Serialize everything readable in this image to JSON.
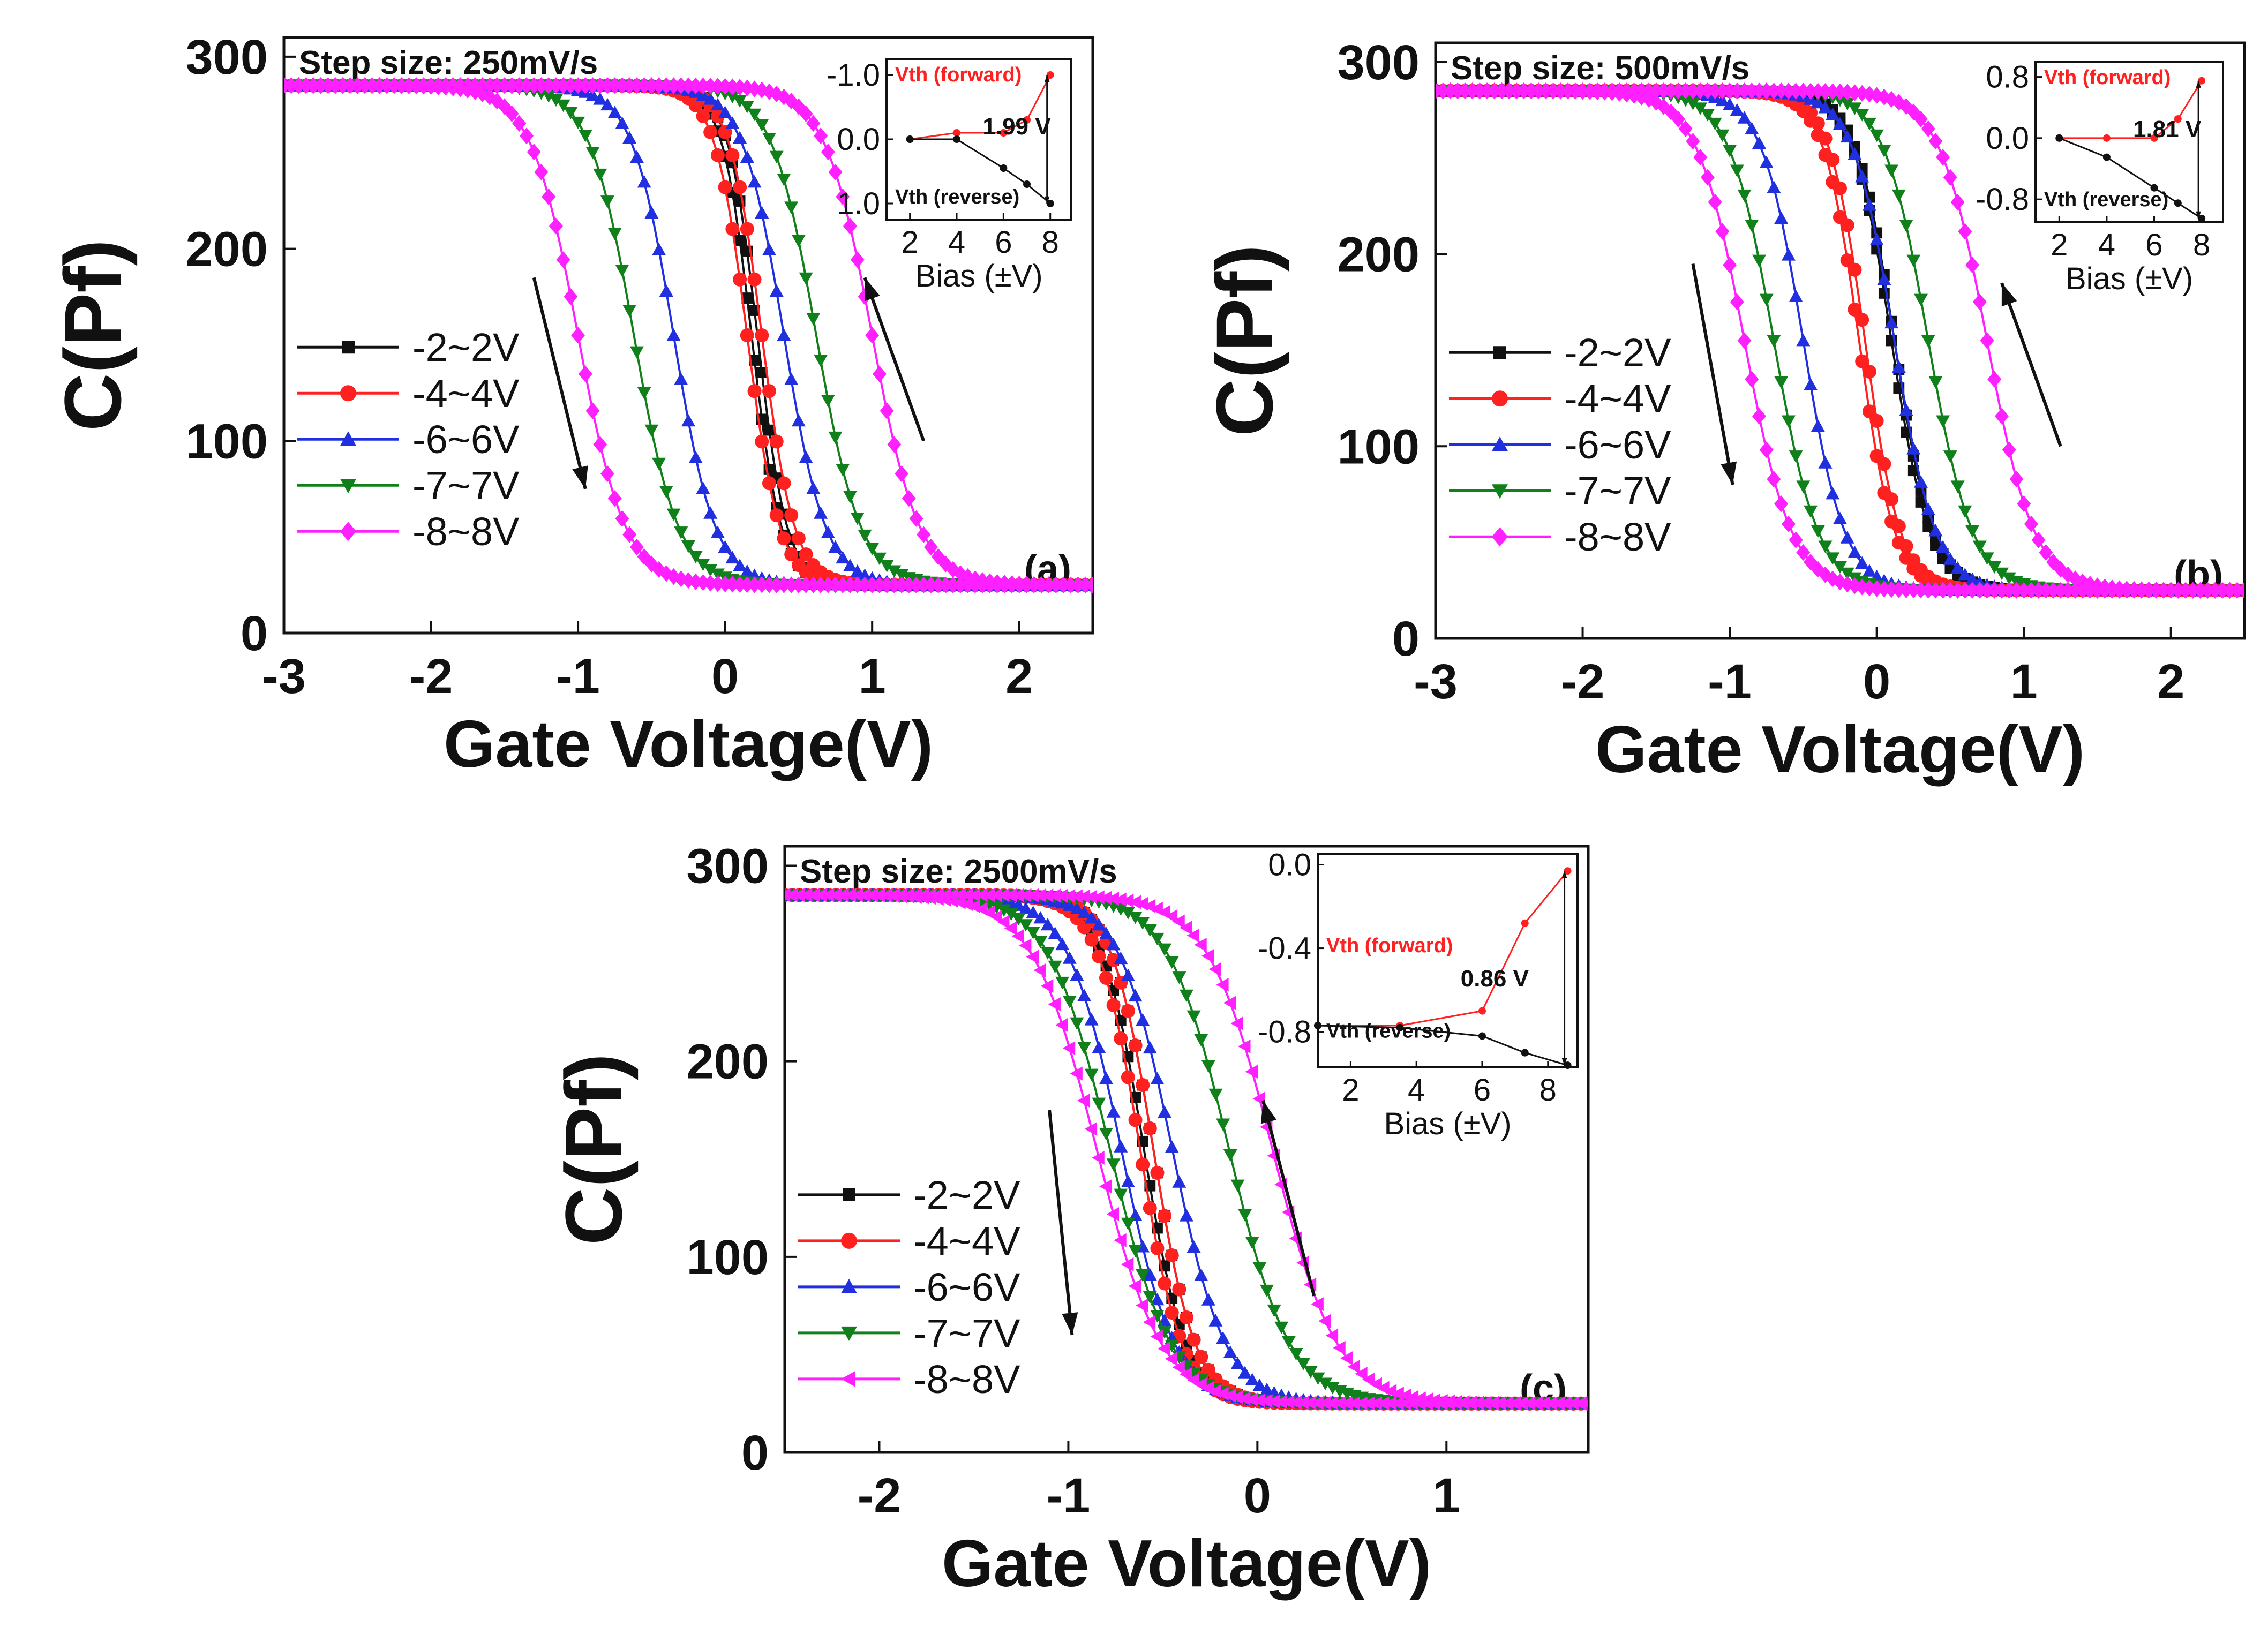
{
  "figure": {
    "colors": {
      "black": "#111111",
      "red": "#ff2020",
      "blue": "#2030e0",
      "green": "#10801a",
      "magenta": "#ff20ff"
    }
  },
  "chart_data": [
    {
      "type": "line",
      "panel_label": "(a)",
      "annotation": "Step size: 250mV/s",
      "xlabel": "Gate Voltage(V)",
      "ylabel": "C(Pf)",
      "xlim": [
        -3,
        2.5
      ],
      "ylim": [
        0,
        310
      ],
      "xticks": [
        -3,
        -2,
        -1,
        0,
        1,
        2
      ],
      "xtick_labels": [
        "-3",
        "-2",
        "-1",
        "0",
        "1",
        "2"
      ],
      "yticks": [
        0,
        100,
        200,
        300
      ],
      "ytick_labels": [
        "0",
        "100",
        "200",
        "300"
      ],
      "legend_position": "left",
      "arrows": [
        {
          "from": [
            -1.3,
            185
          ],
          "to": [
            -0.95,
            75
          ]
        },
        {
          "from": [
            1.35,
            100
          ],
          "to": [
            0.95,
            185
          ]
        }
      ],
      "series": [
        {
          "name": "-2~2V",
          "color": "#111111",
          "marker": "square",
          "forward": {
            "v_half": 0.22,
            "width": 0.1
          },
          "reverse": {
            "v_half": 0.18,
            "width": 0.1
          }
        },
        {
          "name": "-4~4V",
          "color": "#ff2020",
          "marker": "circle",
          "forward": {
            "v_half": 0.25,
            "width": 0.11
          },
          "reverse": {
            "v_half": 0.15,
            "width": 0.11
          }
        },
        {
          "name": "-6~6V",
          "color": "#2030e0",
          "marker": "triangle-up",
          "forward": {
            "v_half": 0.4,
            "width": 0.14
          },
          "reverse": {
            "v_half": -0.35,
            "width": 0.14
          }
        },
        {
          "name": "-7~7V",
          "color": "#10801a",
          "marker": "triangle-down",
          "forward": {
            "v_half": 0.62,
            "width": 0.15
          },
          "reverse": {
            "v_half": -0.62,
            "width": 0.15
          }
        },
        {
          "name": "-8~8V",
          "color": "#ff20ff",
          "marker": "diamond",
          "forward": {
            "v_half": 1.0,
            "width": 0.16
          },
          "reverse": {
            "v_half": -1.0,
            "width": 0.16
          }
        }
      ],
      "inset": {
        "xlabel": "Bias (±V)",
        "xticks": [
          2,
          4,
          6,
          8
        ],
        "xtick_labels": [
          "2",
          "4",
          "6",
          "8"
        ],
        "ylim": [
          1.25,
          -1.25
        ],
        "yticks": [
          -1.0,
          0.0,
          1.0
        ],
        "ytick_labels": [
          "-1.0",
          "0.0",
          "1.0"
        ],
        "delta_label": "1.99 V",
        "series": [
          {
            "name": "Vth (forward)",
            "color": "#ff2020",
            "x": [
              2,
              4,
              6,
              7,
              8
            ],
            "y": [
              0.0,
              -0.1,
              -0.1,
              -0.3,
              -1.0
            ]
          },
          {
            "name": "Vth (reverse)",
            "color": "#111111",
            "x": [
              2,
              4,
              6,
              7,
              8
            ],
            "y": [
              0.0,
              0.0,
              0.45,
              0.7,
              1.0
            ]
          }
        ]
      }
    },
    {
      "type": "line",
      "panel_label": "(b)",
      "annotation": "Step size: 500mV/s",
      "xlabel": "Gate Voltage(V)",
      "ylabel": "C(Pf)",
      "xlim": [
        -3,
        2.5
      ],
      "ylim": [
        0,
        310
      ],
      "xticks": [
        -3,
        -2,
        -1,
        0,
        1,
        2
      ],
      "xtick_labels": [
        "-3",
        "-2",
        "-1",
        "0",
        "1",
        "2"
      ],
      "yticks": [
        0,
        100,
        200,
        300
      ],
      "ytick_labels": [
        "0",
        "100",
        "200",
        "300"
      ],
      "legend_position": "left",
      "arrows": [
        {
          "from": [
            -1.25,
            195
          ],
          "to": [
            -0.98,
            80
          ]
        },
        {
          "from": [
            1.25,
            100
          ],
          "to": [
            0.85,
            185
          ]
        }
      ],
      "series": [
        {
          "name": "-2~2V",
          "color": "#111111",
          "marker": "square",
          "forward": {
            "v_half": 0.12,
            "width": 0.13
          },
          "reverse": {
            "v_half": 0.1,
            "width": 0.13
          }
        },
        {
          "name": "-4~4V",
          "color": "#ff2020",
          "marker": "circle",
          "forward": {
            "v_half": -0.08,
            "width": 0.12
          },
          "reverse": {
            "v_half": -0.12,
            "width": 0.12
          }
        },
        {
          "name": "-6~6V",
          "color": "#2030e0",
          "marker": "triangle-up",
          "forward": {
            "v_half": 0.12,
            "width": 0.14
          },
          "reverse": {
            "v_half": -0.5,
            "width": 0.14
          }
        },
        {
          "name": "-7~7V",
          "color": "#10801a",
          "marker": "triangle-down",
          "forward": {
            "v_half": 0.35,
            "width": 0.15
          },
          "reverse": {
            "v_half": -0.7,
            "width": 0.15
          }
        },
        {
          "name": "-8~8V",
          "color": "#ff20ff",
          "marker": "diamond",
          "forward": {
            "v_half": 0.75,
            "width": 0.16
          },
          "reverse": {
            "v_half": -0.9,
            "width": 0.16
          }
        }
      ],
      "inset": {
        "xlabel": "Bias (±V)",
        "xticks": [
          2,
          4,
          6,
          8
        ],
        "xtick_labels": [
          "2",
          "4",
          "6",
          "8"
        ],
        "ylim": [
          -1.1,
          1.0
        ],
        "yticks": [
          -0.8,
          0.0,
          0.8
        ],
        "ytick_labels": [
          "-0.8",
          "0.0",
          "0.8"
        ],
        "delta_label": "1.81 V",
        "series": [
          {
            "name": "Vth (forward)",
            "color": "#ff2020",
            "x": [
              2,
              4,
              6,
              7,
              8
            ],
            "y": [
              0.0,
              0.0,
              0.0,
              0.25,
              0.75
            ]
          },
          {
            "name": "Vth (reverse)",
            "color": "#111111",
            "x": [
              2,
              4,
              6,
              7,
              8
            ],
            "y": [
              0.0,
              -0.25,
              -0.65,
              -0.85,
              -1.05
            ]
          }
        ]
      }
    },
    {
      "type": "line",
      "panel_label": "(c)",
      "annotation": "Step size: 2500mV/s",
      "xlabel": "Gate Voltage(V)",
      "ylabel": "C(Pf)",
      "xlim": [
        -2.5,
        1.75
      ],
      "ylim": [
        0,
        310
      ],
      "xticks": [
        -2,
        -1,
        0,
        1
      ],
      "xtick_labels": [
        "-2",
        "-1",
        "0",
        "1"
      ],
      "yticks": [
        0,
        100,
        200,
        300
      ],
      "ytick_labels": [
        "0",
        "100",
        "200",
        "300"
      ],
      "legend_position": "left",
      "arrows": [
        {
          "from": [
            -1.1,
            175
          ],
          "to": [
            -0.98,
            60
          ]
        },
        {
          "from": [
            0.3,
            80
          ],
          "to": [
            0.03,
            180
          ]
        }
      ],
      "series": [
        {
          "name": "-2~2V",
          "color": "#111111",
          "marker": "square",
          "forward": {
            "v_half": -0.55,
            "width": 0.11
          },
          "reverse": {
            "v_half": -0.6,
            "width": 0.11
          }
        },
        {
          "name": "-4~4V",
          "color": "#ff2020",
          "marker": "circle",
          "forward": {
            "v_half": -0.55,
            "width": 0.11
          },
          "reverse": {
            "v_half": -0.62,
            "width": 0.11
          }
        },
        {
          "name": "-6~6V",
          "color": "#2030e0",
          "marker": "triangle-up",
          "forward": {
            "v_half": -0.45,
            "width": 0.14
          },
          "reverse": {
            "v_half": -0.72,
            "width": 0.14
          }
        },
        {
          "name": "-7~7V",
          "color": "#10801a",
          "marker": "triangle-down",
          "forward": {
            "v_half": -0.15,
            "width": 0.16
          },
          "reverse": {
            "v_half": -0.78,
            "width": 0.16
          }
        },
        {
          "name": "-8~8V",
          "color": "#ff20ff",
          "marker": "triangle-left",
          "forward": {
            "v_half": 0.08,
            "width": 0.17
          },
          "reverse": {
            "v_half": -0.85,
            "width": 0.17
          }
        }
      ],
      "inset": {
        "xlabel": "Bias (±V)",
        "xticks": [
          2,
          4,
          6,
          8
        ],
        "xtick_labels": [
          "2",
          "4",
          "6",
          "8"
        ],
        "ylim": [
          -0.97,
          0.05
        ],
        "yticks": [
          -0.8,
          -0.4,
          0.0
        ],
        "ytick_labels": [
          "-0.8",
          "-0.4",
          "0.0"
        ],
        "delta_label": "0.86 V",
        "series": [
          {
            "name": "Vth (forward)",
            "color": "#ff2020",
            "x": [
              1,
              3.5,
              6,
              7.3,
              8.6
            ],
            "y": [
              -0.77,
              -0.77,
              -0.7,
              -0.28,
              -0.03
            ]
          },
          {
            "name": "Vth (reverse)",
            "color": "#111111",
            "x": [
              1,
              3.5,
              6,
              7.3,
              8.6
            ],
            "y": [
              -0.77,
              -0.78,
              -0.82,
              -0.9,
              -0.96
            ]
          }
        ]
      }
    }
  ]
}
